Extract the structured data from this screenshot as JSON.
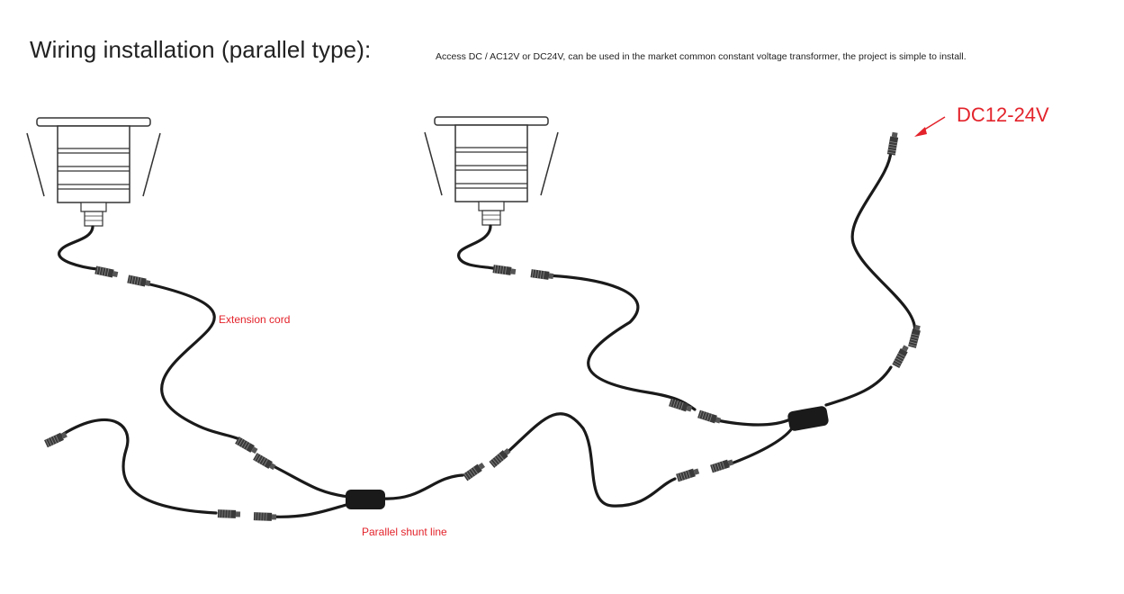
{
  "header": {
    "title": "Wiring installation (parallel type):",
    "note": "Access DC / AC12V or DC24V, can be used in the market common constant voltage transformer, the project is simple to install."
  },
  "labels": {
    "voltage": "DC12-24V",
    "extension_cord": "Extension cord",
    "shunt_line": "Parallel shunt line"
  },
  "colors": {
    "label_red": "#e3232b",
    "cable": "#1a1a1a",
    "lamp_line": "#333333"
  },
  "icons": [
    "downlight-lamp",
    "waterproof-connector",
    "splitter-box",
    "arrow"
  ]
}
